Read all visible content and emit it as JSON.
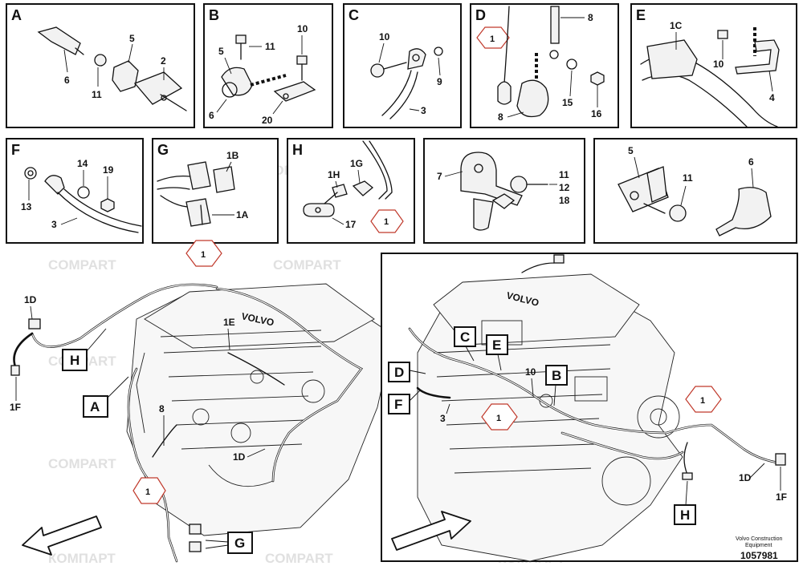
{
  "watermark": {
    "latin": "COMPART",
    "cyrillic": "КОМПАРТ"
  },
  "panels": {
    "A": {
      "letter": "A",
      "labels": [
        "5",
        "6",
        "11",
        "2"
      ]
    },
    "B": {
      "letter": "B",
      "labels": [
        "11",
        "10",
        "5",
        "6",
        "20"
      ]
    },
    "C": {
      "letter": "C",
      "labels": [
        "10",
        "9",
        "3"
      ]
    },
    "D": {
      "letter": "D",
      "labels": [
        "8",
        "15",
        "16",
        "8"
      ],
      "ref": "1"
    },
    "E": {
      "letter": "E",
      "labels": [
        "1C",
        "10",
        "4"
      ]
    },
    "F": {
      "letter": "F",
      "labels": [
        "14",
        "19",
        "13",
        "3"
      ]
    },
    "G": {
      "letter": "G",
      "labels": [
        "1B",
        "1A"
      ]
    },
    "H": {
      "letter": "H",
      "labels": [
        "1H",
        "1G",
        "17"
      ],
      "ref": "1"
    },
    "P9": {
      "labels": [
        "7",
        "11",
        "12",
        "18"
      ]
    },
    "P10": {
      "labels": [
        "5",
        "11",
        "6"
      ]
    }
  },
  "left_view": {
    "labels": [
      "1D",
      "1F",
      "1E",
      "8",
      "1D"
    ],
    "callouts": [
      "H",
      "A",
      "G"
    ],
    "refs": [
      "1",
      "1"
    ]
  },
  "right_view": {
    "labels": [
      "10",
      "3",
      "1D",
      "1F"
    ],
    "callouts": [
      "C",
      "E",
      "D",
      "B",
      "F",
      "H"
    ],
    "refs": [
      "1",
      "1"
    ]
  },
  "footer": {
    "company_line1": "Volvo Construction",
    "company_line2": "Equipment",
    "doc_number": "1057981"
  }
}
